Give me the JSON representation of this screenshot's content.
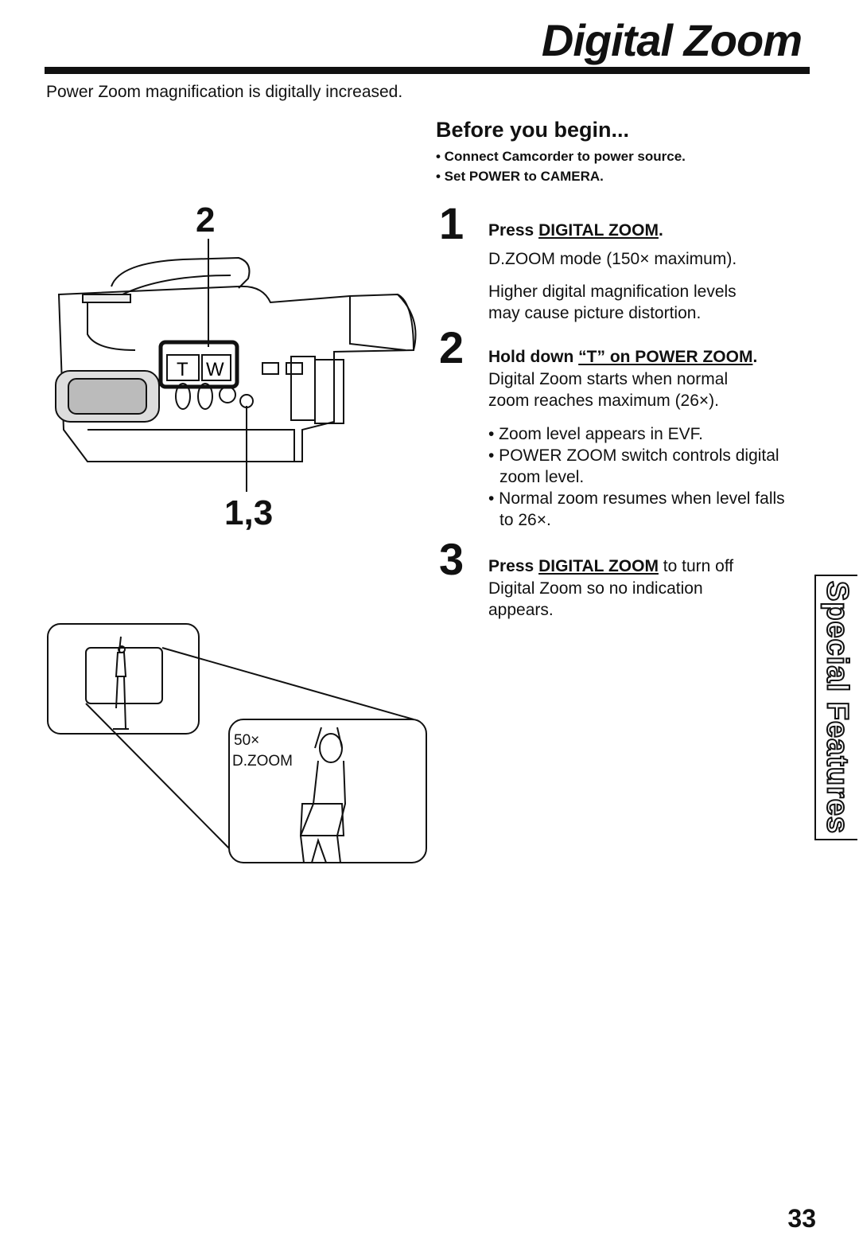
{
  "header": {
    "title": "Digital Zoom"
  },
  "intro": "Power Zoom magnification is digitally increased.",
  "before": {
    "heading": "Before you begin...",
    "items": [
      "• Connect Camcorder to power source.",
      "• Set POWER to CAMERA."
    ]
  },
  "steps": [
    {
      "num": "1",
      "head_pre": "Press ",
      "head_key": "DIGITAL ZOOM",
      "head_post": ".",
      "lines": [
        "D.ZOOM mode (150× maximum).",
        "Higher digital magnification levels",
        "may cause picture distortion."
      ]
    },
    {
      "num": "2",
      "head_pre": "Hold down ",
      "head_key": "“T” on POWER ZOOM",
      "head_post": ".",
      "lines": [
        "Digital Zoom starts when normal",
        "zoom reaches maximum (26×)."
      ],
      "bullets": [
        "• Zoom level appears in EVF.",
        "• POWER ZOOM switch controls digital zoom level.",
        "• Normal zoom resumes when level falls to 26×."
      ]
    },
    {
      "num": "3",
      "head_pre": "Press ",
      "head_key": "DIGITAL ZOOM",
      "head_post": " to turn off",
      "lines": [
        "Digital Zoom so no indication",
        "appears."
      ]
    }
  ],
  "illustration": {
    "callout_top": "2",
    "callout_bottom": "1,3",
    "button_t": "T",
    "button_w": "W",
    "osd_zoom": "50×",
    "osd_mode": "D.ZOOM"
  },
  "side_tab": "Special Features",
  "page_number": "33"
}
